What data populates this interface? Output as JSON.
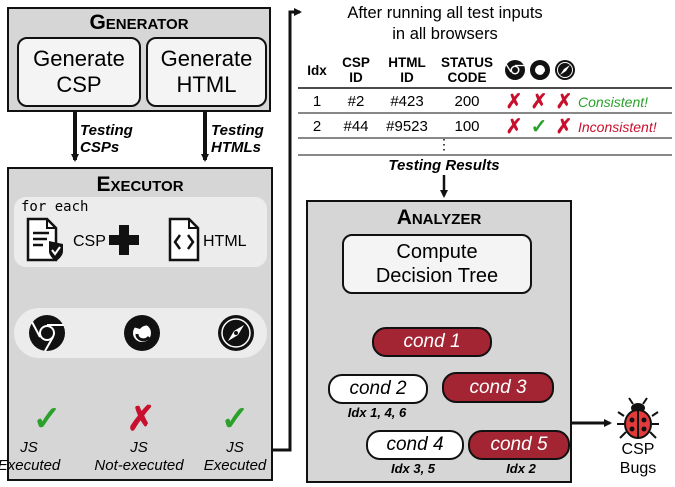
{
  "generator": {
    "title": "Generator",
    "csp_box": "Generate\nCSP",
    "html_box": "Generate\nHTML"
  },
  "flow": {
    "testing_csps": "Testing\nCSPs",
    "testing_htmls": "Testing\nHTMLs",
    "after_running": "After running all test inputs\nin all browsers",
    "testing_results": "Testing Results"
  },
  "executor": {
    "title": "Executor",
    "for_each": "for each",
    "csp_label": "CSP",
    "html_label": "HTML",
    "results": [
      {
        "mark": "✓",
        "label": "JS\nExecuted",
        "status": "executed"
      },
      {
        "mark": "✗",
        "label": "JS\nNot-executed",
        "status": "not-executed"
      },
      {
        "mark": "✓",
        "label": "JS\nExecuted",
        "status": "executed"
      }
    ]
  },
  "table": {
    "headers": [
      "Idx",
      "CSP\nID",
      "HTML\nID",
      "STATUS\nCODE"
    ],
    "browser_icons": [
      "chrome-icon",
      "firefox-icon",
      "safari-icon"
    ],
    "rows": [
      {
        "idx": "1",
        "csp": "#2",
        "html": "#423",
        "code": "200",
        "marks": [
          "✗",
          "✗",
          "✗"
        ],
        "verdict": "Consistent!"
      },
      {
        "idx": "2",
        "csp": "#44",
        "html": "#9523",
        "code": "100",
        "marks": [
          "✗",
          "✓",
          "✗"
        ],
        "verdict": "Inconsistent!"
      }
    ],
    "ellipsis": "⋮"
  },
  "analyzer": {
    "title": "Analyzer",
    "compute": "Compute\nDecision Tree",
    "cond1": "cond 1",
    "cond2": "cond 2",
    "cond3": "cond 3",
    "cond4": "cond 4",
    "cond5": "cond 5",
    "idx_cond2": "Idx 1, 4, 6",
    "idx_cond4": "Idx 3, 5",
    "idx_cond5": "Idx 2"
  },
  "output": {
    "bugs": "CSP\nBugs"
  },
  "colors": {
    "panel_gray": "#d6d6d6",
    "cond_red": "#a32432",
    "check_green": "#2aa12a",
    "cross_red": "#c8102e",
    "consistent_green": "#2aa12a",
    "inconsistent_red": "#c8102e"
  }
}
